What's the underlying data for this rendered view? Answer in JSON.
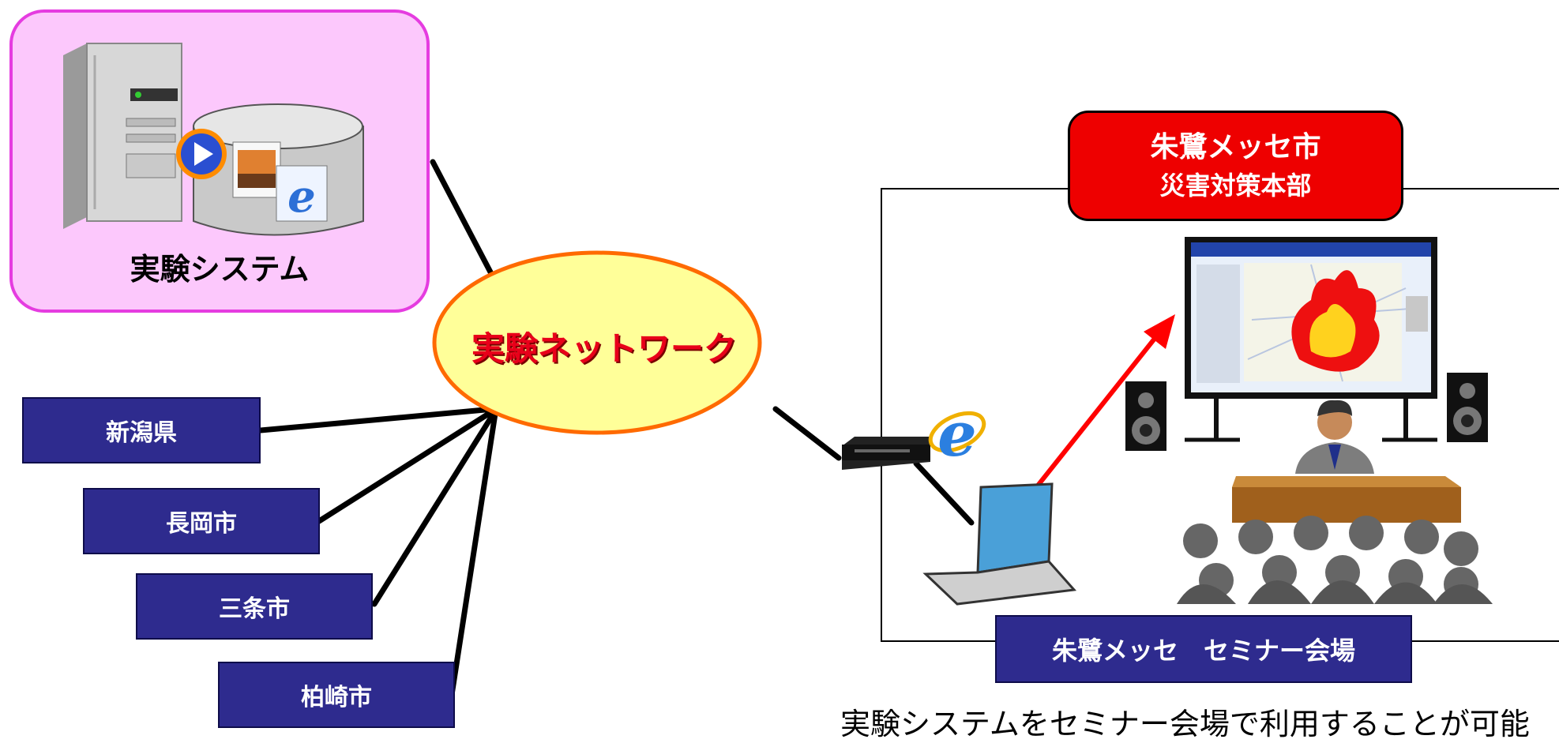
{
  "experiment_system": {
    "label": "実験システム"
  },
  "network": {
    "label": "実験ネットワーク"
  },
  "clients": [
    {
      "label": "新潟県"
    },
    {
      "label": "長岡市"
    },
    {
      "label": "三条市"
    },
    {
      "label": "柏崎市"
    }
  ],
  "hq": {
    "line1": "朱鷺メッセ市",
    "line2": "災害対策本部"
  },
  "venue": {
    "label": "朱鷺メッセ　セミナー会場"
  },
  "caption": "実験システムをセミナー会場で利用することが可能",
  "colors": {
    "system_fill": "#fcc8fc",
    "system_border": "#e53ce0",
    "network_fill": "#ffff99",
    "network_border": "#ff6a00",
    "navy": "#2e2b8e",
    "hq_red": "#ee0000",
    "arrow_red": "#ff0000"
  },
  "icons": [
    "server-icon",
    "database-icon",
    "media-player-icon",
    "image-file-icon",
    "internet-explorer-icon",
    "network-hub-icon",
    "laptop-icon",
    "large-display-icon",
    "speaker-icon",
    "presenter-icon",
    "audience-icon",
    "fire-icon"
  ]
}
